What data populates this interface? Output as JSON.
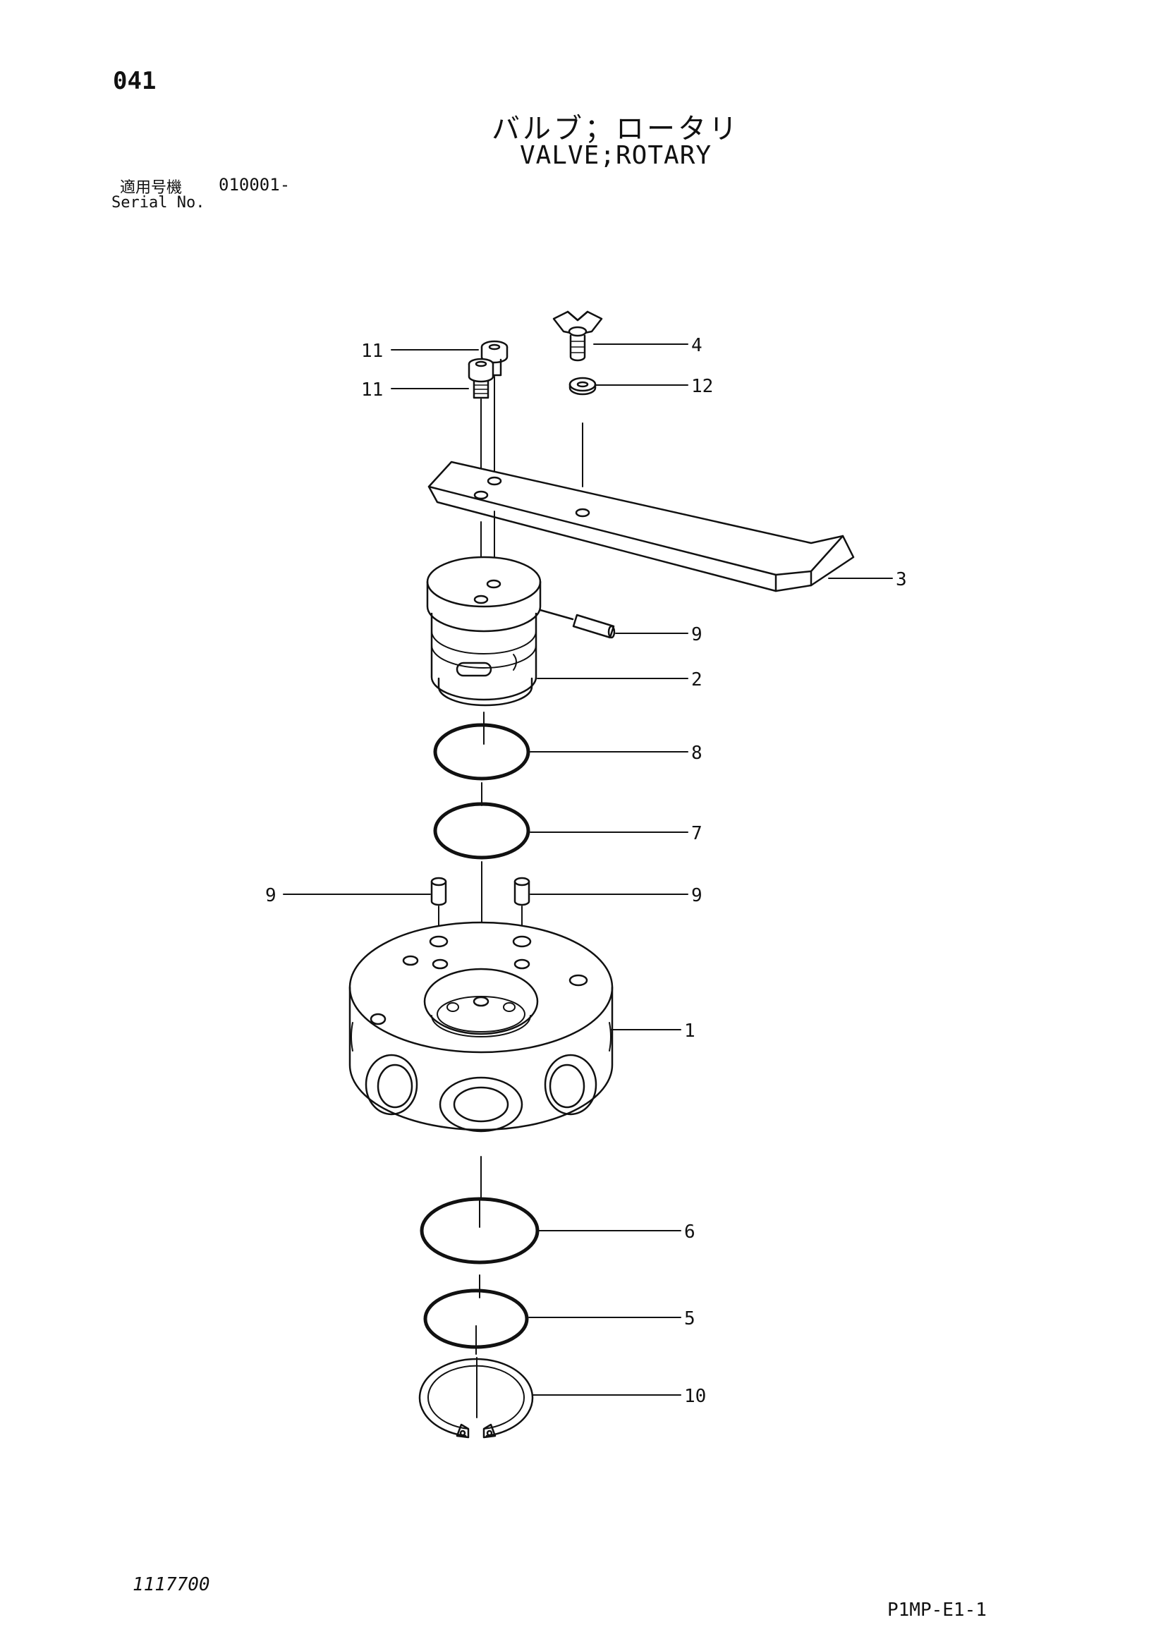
{
  "header": {
    "page_number": "041",
    "title_jp": "バルブ；ロータリ",
    "title_en": "VALVE;ROTARY",
    "serial_label_jp": "適用号機",
    "serial_value": "010001-",
    "serial_label_en": "Serial No."
  },
  "callouts": [
    "11",
    "11",
    "4",
    "12",
    "3",
    "9",
    "2",
    "8",
    "7",
    "9",
    "9",
    "1",
    "6",
    "5",
    "10"
  ],
  "footer": {
    "doc_number": "1117700",
    "page_code": "P1MP-E1-1"
  }
}
